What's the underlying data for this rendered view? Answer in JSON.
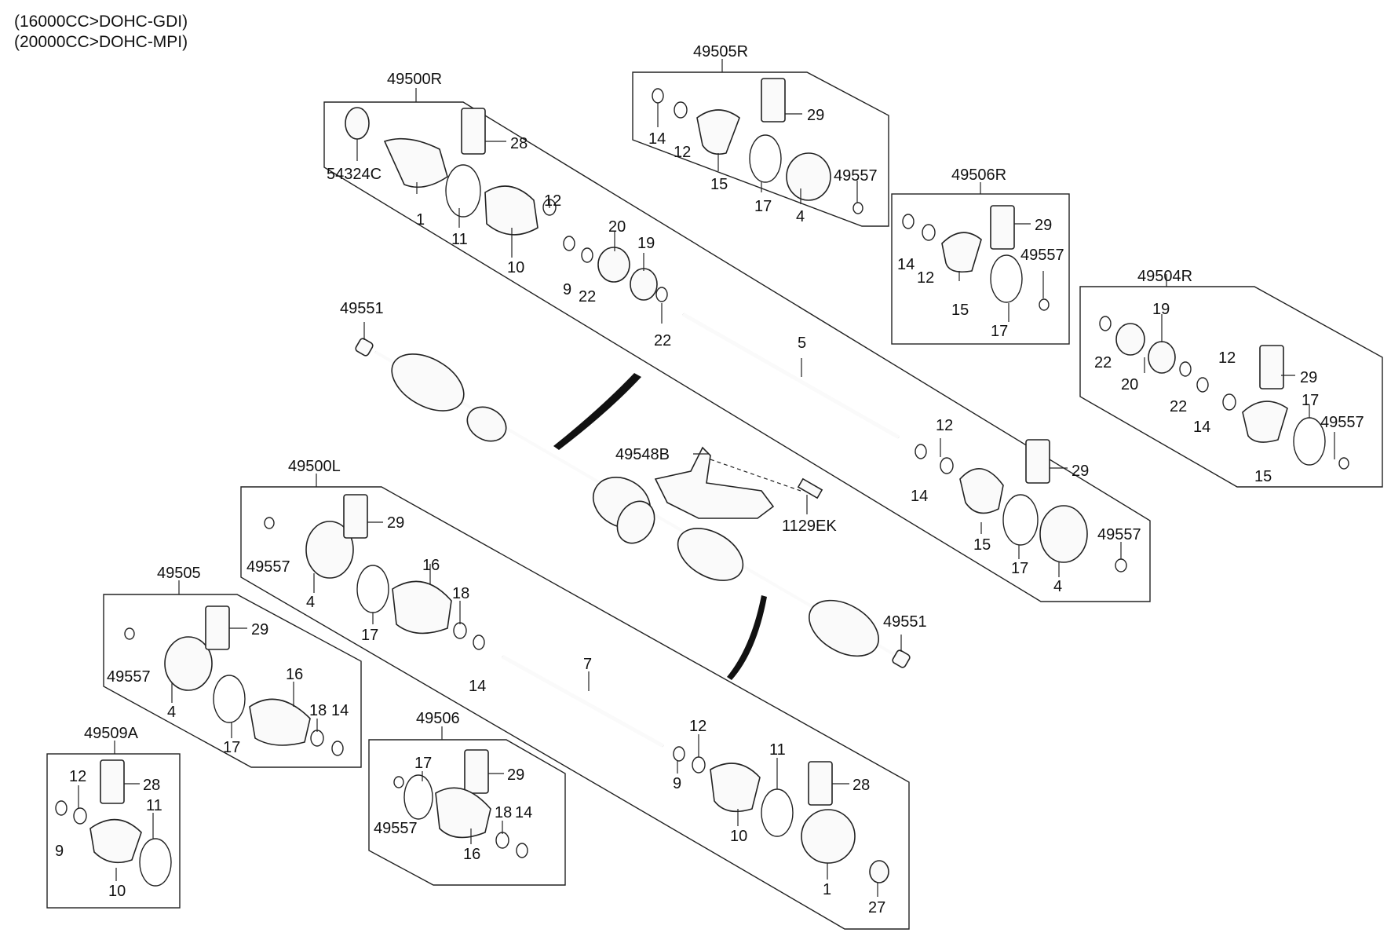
{
  "header": {
    "line1": "(16000CC>DOHC-GDI)",
    "line2": "(20000CC>DOHC-MPI)"
  },
  "groups": {
    "g49500R": "49500R",
    "g49505R": "49505R",
    "g49506R": "49506R",
    "g49504R": "49504R",
    "g49500L": "49500L",
    "g49505": "49505",
    "g49506": "49506",
    "g49509A": "49509A"
  },
  "callouts": [
    {
      "id": "c01",
      "text": "54324C"
    },
    {
      "id": "c02",
      "text": "1"
    },
    {
      "id": "c03",
      "text": "28"
    },
    {
      "id": "c04",
      "text": "11"
    },
    {
      "id": "c05",
      "text": "10"
    },
    {
      "id": "c06",
      "text": "12"
    },
    {
      "id": "c07",
      "text": "9"
    },
    {
      "id": "c08",
      "text": "22"
    },
    {
      "id": "c09",
      "text": "20"
    },
    {
      "id": "c10",
      "text": "19"
    },
    {
      "id": "c11",
      "text": "22"
    },
    {
      "id": "c12",
      "text": "5"
    },
    {
      "id": "c13",
      "text": "14"
    },
    {
      "id": "c14",
      "text": "12"
    },
    {
      "id": "c15",
      "text": "29"
    },
    {
      "id": "c16",
      "text": "15"
    },
    {
      "id": "c17",
      "text": "17"
    },
    {
      "id": "c18",
      "text": "4"
    },
    {
      "id": "c19",
      "text": "49557"
    },
    {
      "id": "c20",
      "text": "14"
    },
    {
      "id": "c21",
      "text": "12"
    },
    {
      "id": "c22",
      "text": "29"
    },
    {
      "id": "c23",
      "text": "15"
    },
    {
      "id": "c24",
      "text": "17"
    },
    {
      "id": "c25",
      "text": "4"
    },
    {
      "id": "c26",
      "text": "49557"
    },
    {
      "id": "c27",
      "text": "14"
    },
    {
      "id": "c28",
      "text": "12"
    },
    {
      "id": "c29",
      "text": "29"
    },
    {
      "id": "c30",
      "text": "15"
    },
    {
      "id": "c31",
      "text": "17"
    },
    {
      "id": "c32",
      "text": "49557"
    },
    {
      "id": "c33",
      "text": "22"
    },
    {
      "id": "c34",
      "text": "19"
    },
    {
      "id": "c35",
      "text": "20"
    },
    {
      "id": "c36",
      "text": "22"
    },
    {
      "id": "c37",
      "text": "12"
    },
    {
      "id": "c38",
      "text": "14"
    },
    {
      "id": "c39",
      "text": "29"
    },
    {
      "id": "c40",
      "text": "17"
    },
    {
      "id": "c41",
      "text": "49557"
    },
    {
      "id": "c42",
      "text": "15"
    },
    {
      "id": "c43",
      "text": "49551"
    },
    {
      "id": "c44",
      "text": "49548B"
    },
    {
      "id": "c45",
      "text": "1129EK"
    },
    {
      "id": "c46",
      "text": "49551"
    },
    {
      "id": "c47",
      "text": "29"
    },
    {
      "id": "c48",
      "text": "49557"
    },
    {
      "id": "c49",
      "text": "4"
    },
    {
      "id": "c50",
      "text": "16"
    },
    {
      "id": "c51",
      "text": "18"
    },
    {
      "id": "c52",
      "text": "17"
    },
    {
      "id": "c53",
      "text": "14"
    },
    {
      "id": "c54",
      "text": "7"
    },
    {
      "id": "c55",
      "text": "29"
    },
    {
      "id": "c56",
      "text": "49557"
    },
    {
      "id": "c57",
      "text": "4"
    },
    {
      "id": "c58",
      "text": "16"
    },
    {
      "id": "c59",
      "text": "18"
    },
    {
      "id": "c60",
      "text": "14"
    },
    {
      "id": "c61",
      "text": "17"
    },
    {
      "id": "c62",
      "text": "12"
    },
    {
      "id": "c63",
      "text": "28"
    },
    {
      "id": "c64",
      "text": "11"
    },
    {
      "id": "c65",
      "text": "9"
    },
    {
      "id": "c66",
      "text": "10"
    },
    {
      "id": "c67",
      "text": "17"
    },
    {
      "id": "c68",
      "text": "29"
    },
    {
      "id": "c69",
      "text": "49557"
    },
    {
      "id": "c70",
      "text": "18"
    },
    {
      "id": "c71",
      "text": "14"
    },
    {
      "id": "c72",
      "text": "16"
    },
    {
      "id": "c73",
      "text": "12"
    },
    {
      "id": "c74",
      "text": "9"
    },
    {
      "id": "c75",
      "text": "11"
    },
    {
      "id": "c76",
      "text": "10"
    },
    {
      "id": "c77",
      "text": "28"
    },
    {
      "id": "c78",
      "text": "1"
    },
    {
      "id": "c79",
      "text": "27"
    }
  ]
}
